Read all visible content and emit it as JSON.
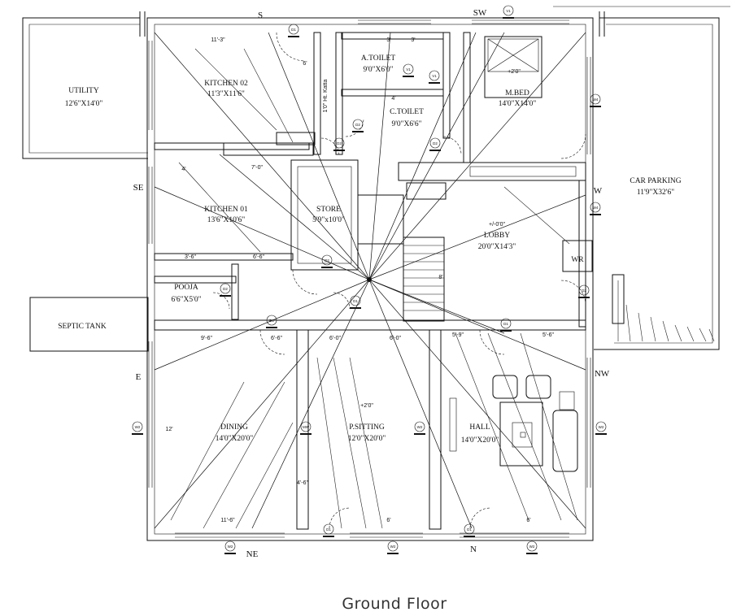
{
  "drawing": {
    "caption": "Ground Floor"
  },
  "rooms": [
    {
      "name": "UTILITY",
      "size": "12'6\"X14'0\""
    },
    {
      "name": "KITCHEN 02",
      "size": "11'3\"X11'6\""
    },
    {
      "name": "A.TOILET",
      "size": "9'0\"X6'0\""
    },
    {
      "name": "C.TOILET",
      "size": "9'0\"X6'6\""
    },
    {
      "name": "M.BED",
      "size": "14'0\"X14'0\""
    },
    {
      "name": "CAR PARKING",
      "size": "11'9\"X32'6\""
    },
    {
      "name": "KITCHEN 01",
      "size": "13'6\"X10'6\""
    },
    {
      "name": "STORE",
      "size": "5'9\"x10'0\""
    },
    {
      "name": "LOBBY",
      "size": "20'0\"X14'3\""
    },
    {
      "name": "POOJA",
      "size": "6'6\"X5'0\""
    },
    {
      "name": "SEPTIC TANK",
      "size": ""
    },
    {
      "name": "DINING",
      "size": "14'0\"X20'0\""
    },
    {
      "name": "P.SITTING",
      "size": "12'0\"X20'0\""
    },
    {
      "name": "HALL",
      "size": "14'0\"X20'0\""
    },
    {
      "name": "WR",
      "size": ""
    }
  ],
  "directions": {
    "s": "S",
    "sw": "SW",
    "se": "SE",
    "w": "W",
    "e": "E",
    "nw": "NW",
    "ne": "NE",
    "n": "N"
  },
  "levels": {
    "lobby": "+/-0'0\"",
    "sitting": "+2'0\"",
    "bed": "+2'0\""
  },
  "notes": {
    "loft": "1'0\" Ht. Katta"
  },
  "dimensions": {
    "k2_width": "11'-3\"",
    "at_width_a": "3'",
    "at_width_b": "3'",
    "ct_w": "4'",
    "k1_width_a": "4'",
    "k1_width_b": "7'-0\"",
    "k1_bottom_a": "3'-6\"",
    "k1_bottom_b": "6'-6\"",
    "dining_top": "9'-6\"",
    "dining_top_b": "6'-6\"",
    "sitting_top": "6'-0\"",
    "sitting_top_b": "6'-0\"",
    "hall_top": "5'-9\"",
    "hall_top_b": "5'-6\"",
    "dining_bottom": "11'-6\"",
    "sitting_bottom": "6'",
    "hall_bottom": "6'",
    "k2_side": "6'",
    "d_side": "12'",
    "s_side": "4'-6\"",
    "lobby_side": "8'"
  },
  "tags": {
    "v1": "V1",
    "d2": "D2",
    "d1": "D1",
    "w2": "W2",
    "w4": "W4",
    "mw": "MW"
  }
}
